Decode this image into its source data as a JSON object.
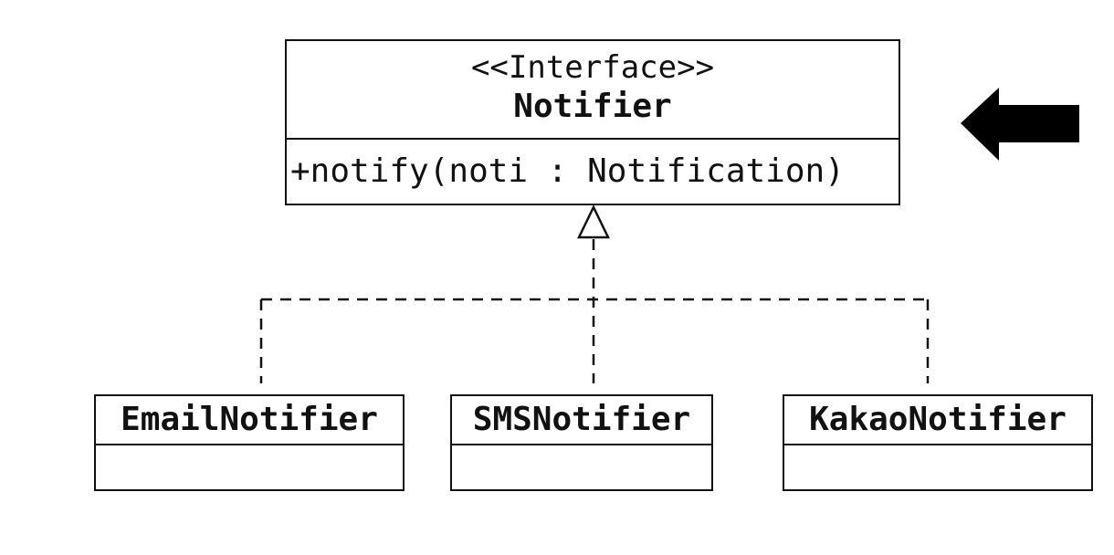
{
  "interface": {
    "stereotype": "<<Interface>>",
    "name": "Notifier",
    "method": "+notify(noti : Notification)"
  },
  "classes": [
    {
      "name": "EmailNotifier"
    },
    {
      "name": "SMSNotifier"
    },
    {
      "name": "KakaoNotifier"
    }
  ],
  "arrow": {
    "icon": "arrow-left-icon",
    "color": "#000000"
  }
}
